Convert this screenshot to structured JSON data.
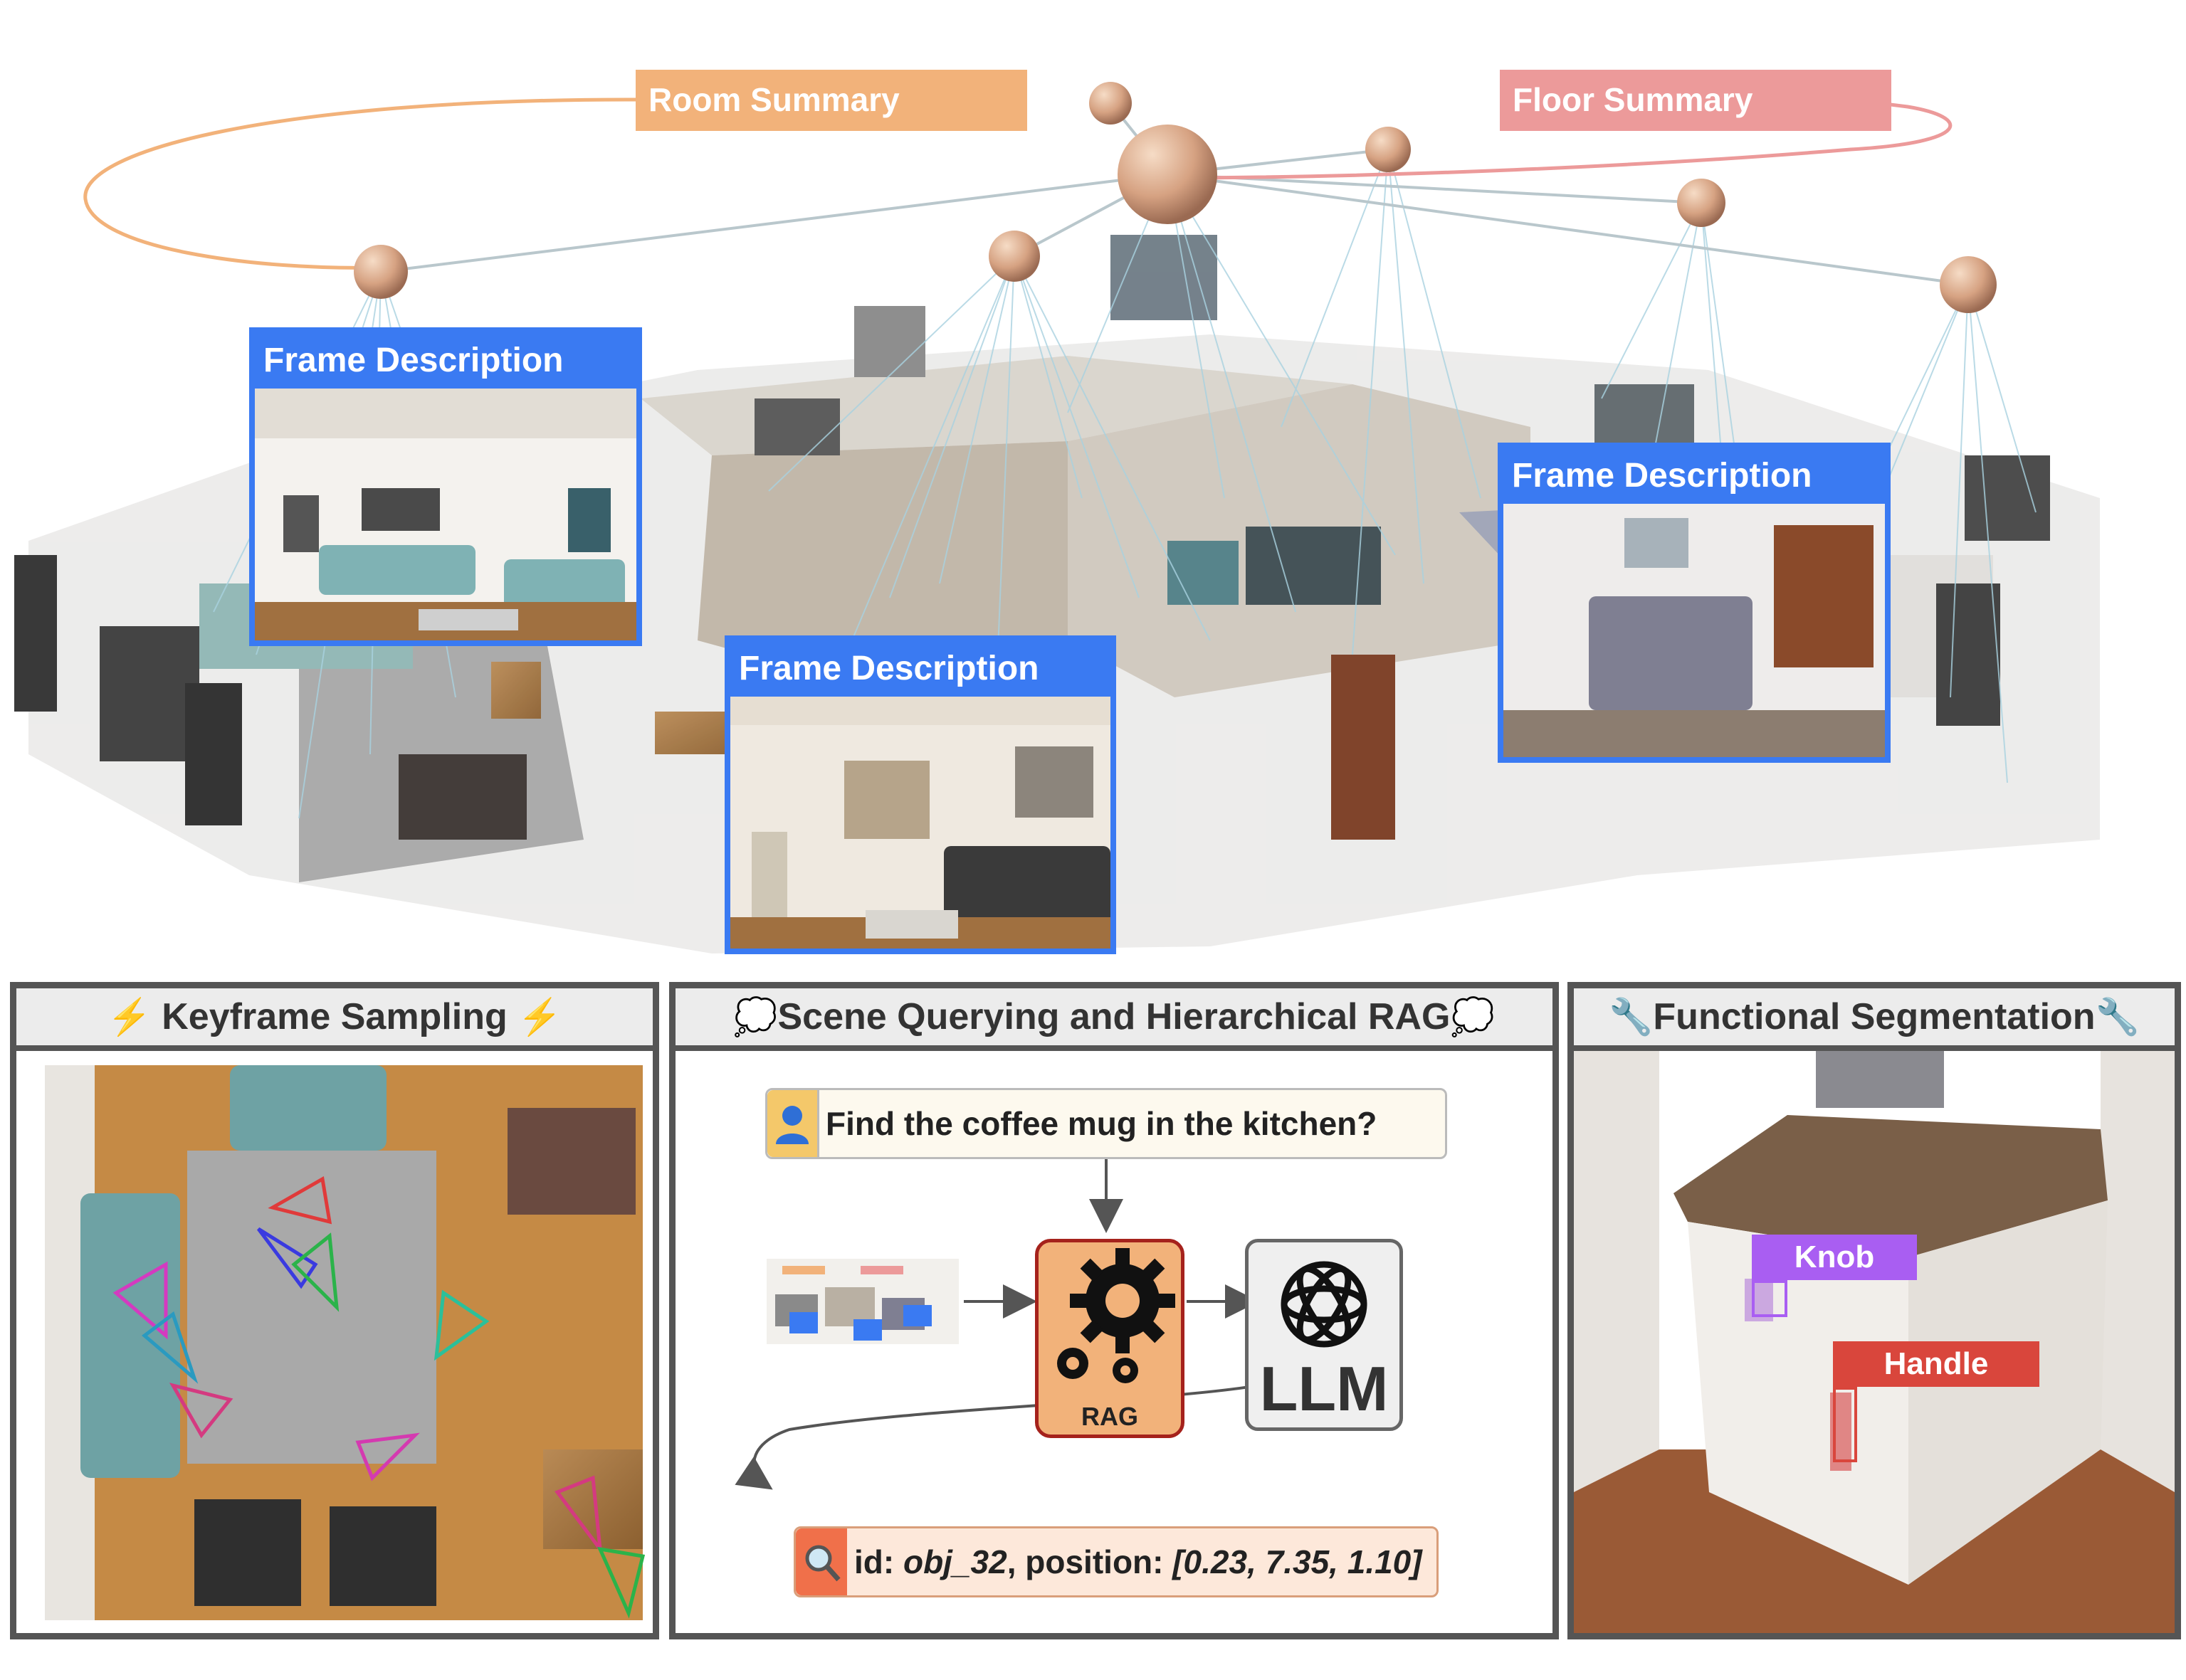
{
  "top": {
    "room_summary": "Room Summary",
    "floor_summary": "Floor Summary",
    "frame_label": "Frame Description"
  },
  "panels": {
    "keyframe": {
      "title": "Keyframe Sampling",
      "icon": "lightning-icon"
    },
    "rag": {
      "title": "Scene Querying and Hierarchical RAG",
      "icon": "thought-bubble-icon",
      "query": "Find the coffee mug in the kitchen?",
      "query_icon": "user-icon",
      "rag_label": "RAG",
      "llm_label": "LLM",
      "result": {
        "icon": "magnifier-icon",
        "id_label": "id: ",
        "id_value": "obj_32",
        "pos_label": ", position: ",
        "pos_value": "[0.23, 7.35, 1.10]"
      }
    },
    "seg": {
      "title": "Functional Segmentation",
      "icon": "wrench-icon",
      "knob": "Knob",
      "handle": "Handle"
    }
  },
  "colors": {
    "room": "#f2b27a",
    "floor": "#ec9a9a",
    "frame": "#3a7af2",
    "rag": "#f2b27a",
    "knob": "#a95ef2",
    "handle": "#d9463c"
  }
}
